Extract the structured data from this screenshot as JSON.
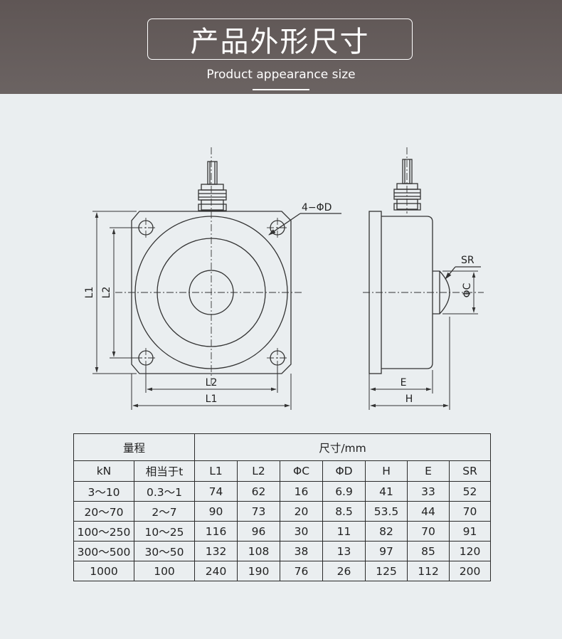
{
  "header": {
    "title": "产品外形尺寸",
    "subtitle": "Product appearance size"
  },
  "diagram": {
    "front_labels": {
      "hole_callout": "4−ΦD",
      "l1_vertical": "L1",
      "l2_vertical": "L2",
      "l2_horizontal": "L2",
      "l1_horizontal": "L1"
    },
    "side_labels": {
      "sr": "SR",
      "phi_c": "ΦC",
      "e": "E",
      "h": "H"
    }
  },
  "table": {
    "range_header": "量程",
    "size_header": "尺寸/mm",
    "columns": [
      "kN",
      "相当于t",
      "L1",
      "L2",
      "ΦC",
      "ΦD",
      "H",
      "E",
      "SR"
    ],
    "rows": [
      [
        "3～10",
        "0.3～1",
        "74",
        "62",
        "16",
        "6.9",
        "41",
        "33",
        "52"
      ],
      [
        "20～70",
        "2～7",
        "90",
        "73",
        "20",
        "8.5",
        "53.5",
        "44",
        "70"
      ],
      [
        "100～250",
        "10～25",
        "116",
        "96",
        "30",
        "11",
        "82",
        "70",
        "91"
      ],
      [
        "300～500",
        "30～50",
        "132",
        "108",
        "38",
        "13",
        "97",
        "85",
        "120"
      ],
      [
        "1000",
        "100",
        "240",
        "190",
        "76",
        "26",
        "125",
        "112",
        "200"
      ]
    ]
  }
}
